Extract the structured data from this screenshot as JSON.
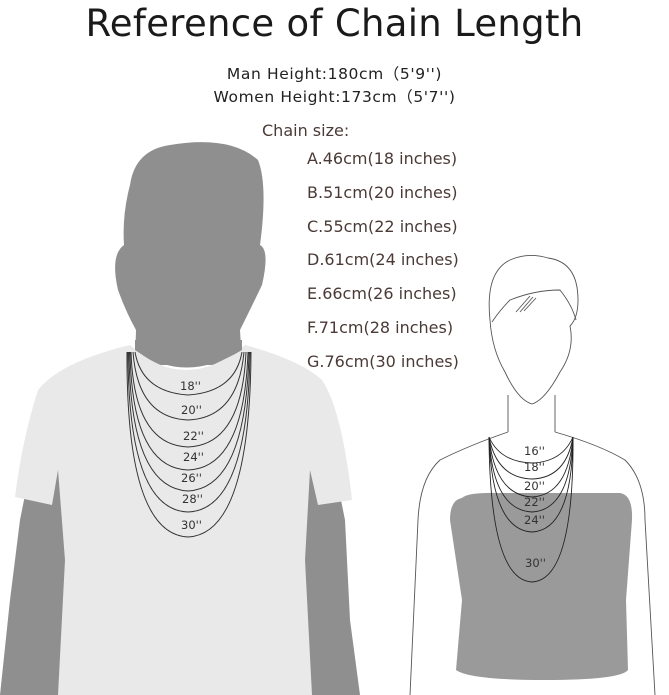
{
  "header": {
    "title": "Reference of Chain Length",
    "man_height": "Man Height:180cm（5'9'')",
    "women_height": "Women Height:173cm（5'7'')"
  },
  "chain_size": {
    "heading": "Chain size:",
    "items": [
      {
        "label": "A.46cm(18 inches)"
      },
      {
        "label": "B.51cm(20 inches)"
      },
      {
        "label": "C.55cm(22 inches)"
      },
      {
        "label": "D.61cm(24 inches)"
      },
      {
        "label": "E.66cm(26 inches)"
      },
      {
        "label": "F.71cm(28 inches)"
      },
      {
        "label": "G.76cm(30 inches)"
      }
    ]
  },
  "man_figure": {
    "chain_labels": [
      "18''",
      "20''",
      "22''",
      "24''",
      "26''",
      "28''",
      "30''"
    ],
    "colors": {
      "silhouette": "#8f8f8f",
      "shirt": "#e9e9e9",
      "chain": "#333333"
    }
  },
  "woman_figure": {
    "chain_labels": [
      "16''",
      "18''",
      "20''",
      "22''",
      "24''",
      "30''"
    ],
    "colors": {
      "outline": "#555555",
      "top": "#9a9a9a",
      "chain": "#222222"
    }
  }
}
